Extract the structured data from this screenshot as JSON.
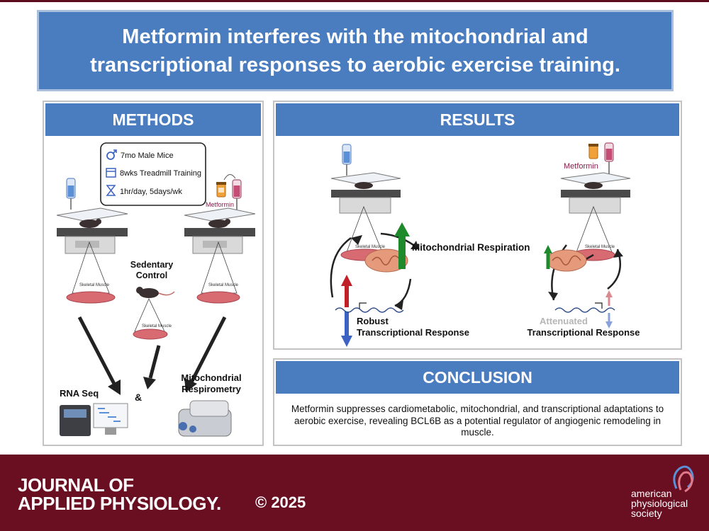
{
  "title": "Metformin interferes with the mitochondrial and transcriptional responses to aerobic exercise training.",
  "methods": {
    "heading": "METHODS",
    "info": [
      "7mo Male Mice",
      "8wks Treadmill Training",
      "1hr/day, 5days/wk"
    ],
    "metformin_label": "Metformin",
    "skeletal_muscle": "Skeletal Muscle",
    "sedentary_control": [
      "Sedentary",
      "Control"
    ],
    "rna_seq": "RNA Seq",
    "ampersand": "&",
    "respirometry": [
      "Mitochondrial",
      "Respirometry"
    ]
  },
  "results": {
    "heading": "RESULTS",
    "metformin_label": "Metformin",
    "mito_respiration": "Mitochondrial Respiration",
    "robust": "Robust",
    "attenuated": "Attenuated",
    "transcriptional_response": "Transcriptional Response"
  },
  "conclusion": {
    "heading": "CONCLUSION",
    "text": "Metformin suppresses cardiometabolic, mitochondrial, and transcriptional adaptations to aerobic exercise, revealing BCL6B as a potential regulator of angiogenic remodeling in muscle."
  },
  "footer": {
    "journal_line1": "JOURNAL OF",
    "journal_line2": "APPLIED PHYSIOLOGY.",
    "copyright": "© 2025",
    "society": [
      "american",
      "physiological",
      "society"
    ]
  },
  "colors": {
    "header_blue": "#4a7cc0",
    "footer_maroon": "#6a0e22",
    "up_green": "#1f8a2b",
    "up_red": "#c0202a",
    "down_blue": "#3c63c4",
    "metformin_purple": "#8a1b4a"
  }
}
